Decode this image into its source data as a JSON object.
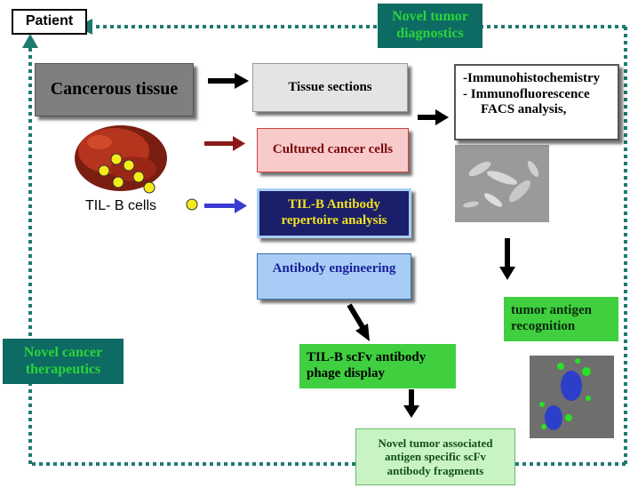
{
  "patient": "Patient",
  "novel_tumor_diagnostics": "Novel tumor diagnostics",
  "cancerous_tissue": "Cancerous  tissue",
  "tissue_sections": "Tissue sections",
  "methods": {
    "line1": "-Immunohistochemistry",
    "line2": "- Immunofluorescence",
    "line3": "FACS analysis,"
  },
  "cultured_cancer_cells": "Cultured cancer cells",
  "til_b_repertoire": "TIL-B  Antibody repertoire  analysis",
  "antibody_engineering": "Antibody engineering",
  "til_b_cells_label": "TIL- B cells",
  "tumor_antigen_recognition": "tumor antigen recognition",
  "novel_cancer_therapeutics": "Novel cancer therapeutics",
  "scfv_phage_display": "TIL-B  scFv antibody phage display",
  "novel_fragments": "Novel tumor associated antigen specific  scFv antibody fragments",
  "colors": {
    "teal_dark": "#0e6b63",
    "green_text": "#2ad43a",
    "navy": "#1b1f6b",
    "yellow_text": "#f0e020",
    "light_blue": "#a7cdf6",
    "pink": "#f9caca",
    "bright_green": "#3fcf3f",
    "pale_green": "#c8f4c4",
    "gray_box": "#7f7f7f",
    "light_gray": "#e4e4e4"
  }
}
